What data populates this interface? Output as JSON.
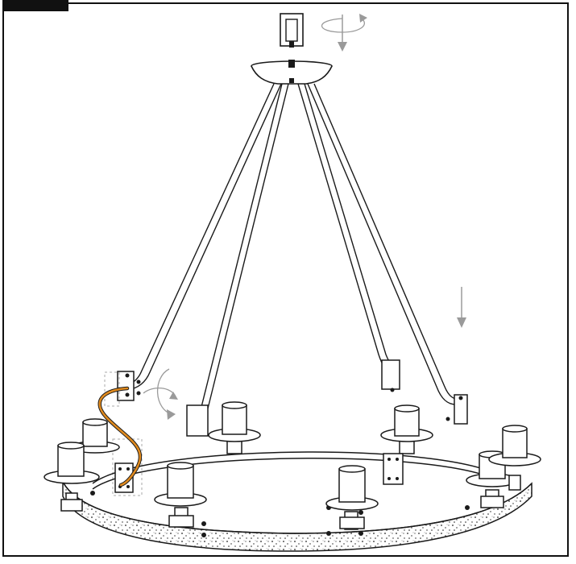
{
  "diagram": {
    "subject": "chandelier-assembly",
    "colors": {
      "line": "#1a1a1a",
      "arrow": "#9a9a9a",
      "wire": "#e08a1e",
      "guide": "#aaaaaa"
    },
    "arrows": [
      "rotate-top",
      "down-top",
      "down-right",
      "rotate-left"
    ]
  }
}
